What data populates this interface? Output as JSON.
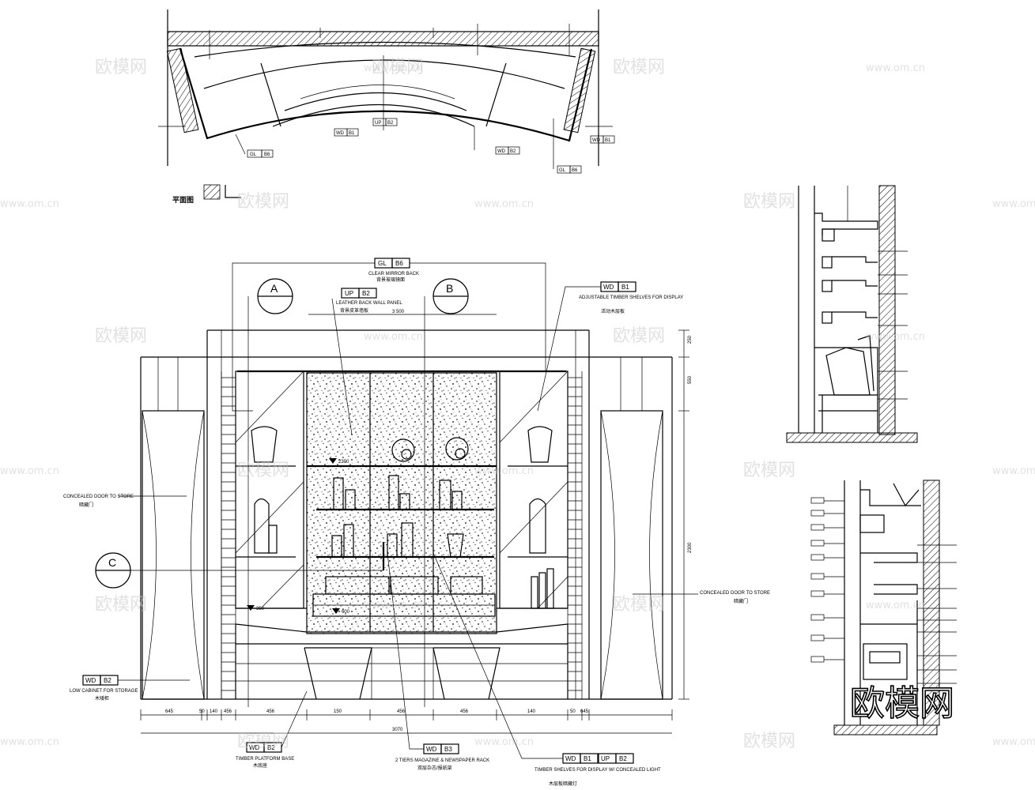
{
  "callouts": {
    "gl_top": {
      "code": "GL",
      "num": "B6",
      "note": "CLEAR MIRROR BACK",
      "cn": "背景玻璃镜面"
    },
    "up_mid": {
      "code": "UP",
      "num": "B2",
      "note": "LEATHER BACK WALL PANEL",
      "cn": "背景皮革墙板"
    },
    "wd_right": {
      "code": "WD",
      "num": "B1",
      "note": "ADJUSTABLE TIMBER SHELVES FOR DISPLAY",
      "cn": "活动木层板"
    },
    "wd_left": {
      "code": "WD",
      "num": "B2",
      "note": "LOW CABINET FOR STORAGE",
      "cn": "木矮柜"
    },
    "wd_base": {
      "code": "WD",
      "num": "B2",
      "note": "TIMBER PLATFORM BASE",
      "cn": "木底座"
    },
    "wd_mag": {
      "code": "WD",
      "num": "B3",
      "note": "2 TIERS MAGAZINE & NEWSPAPER RACK",
      "cn": "双层杂志/报纸架"
    },
    "wd_shelf": {
      "code": "WD",
      "num": "B1",
      "note": "TIMBER SHELVES FOR DISPLAY W/ CONCEALED LIGHT",
      "cn": "木层板暗藏灯"
    },
    "up_shelf": {
      "code": "UP",
      "num": "B2"
    },
    "gl_plan_left": {
      "code": "GL",
      "num": "B6"
    },
    "gl_plan_right": {
      "code": "GL",
      "num": "B6"
    },
    "up_plan": {
      "code": "UP",
      "num": "B2"
    },
    "wd_plan_mid": {
      "code": "WD",
      "num": "B1"
    },
    "wd_plan_right": {
      "code": "WD",
      "num": "B1"
    },
    "wd_plan_left": {
      "code": "WD",
      "num": "B2"
    }
  },
  "labels": {
    "door_left": "CONCEALED DOOR TO STORE",
    "door_left_cn": "暗藏门",
    "door_right": "CONCEALED DOOR TO STORE",
    "door_right_cn": "暗藏门",
    "plan_label": "平面图"
  },
  "bubbles": {
    "a": "A",
    "b": "B",
    "c": "C"
  },
  "levels": {
    "l1": "2300",
    "l2": "350",
    "l3": "600"
  },
  "dimensions": {
    "bottom": [
      "645",
      "50",
      "140",
      "456",
      "456",
      "150",
      "456",
      "456",
      "140",
      "50",
      "645"
    ],
    "total": "3070",
    "right": [
      "250",
      "550",
      "2300"
    ],
    "mid_top": "3 500"
  },
  "watermarks": {
    "logo": "欧模网",
    "url": "www.om.cn"
  }
}
